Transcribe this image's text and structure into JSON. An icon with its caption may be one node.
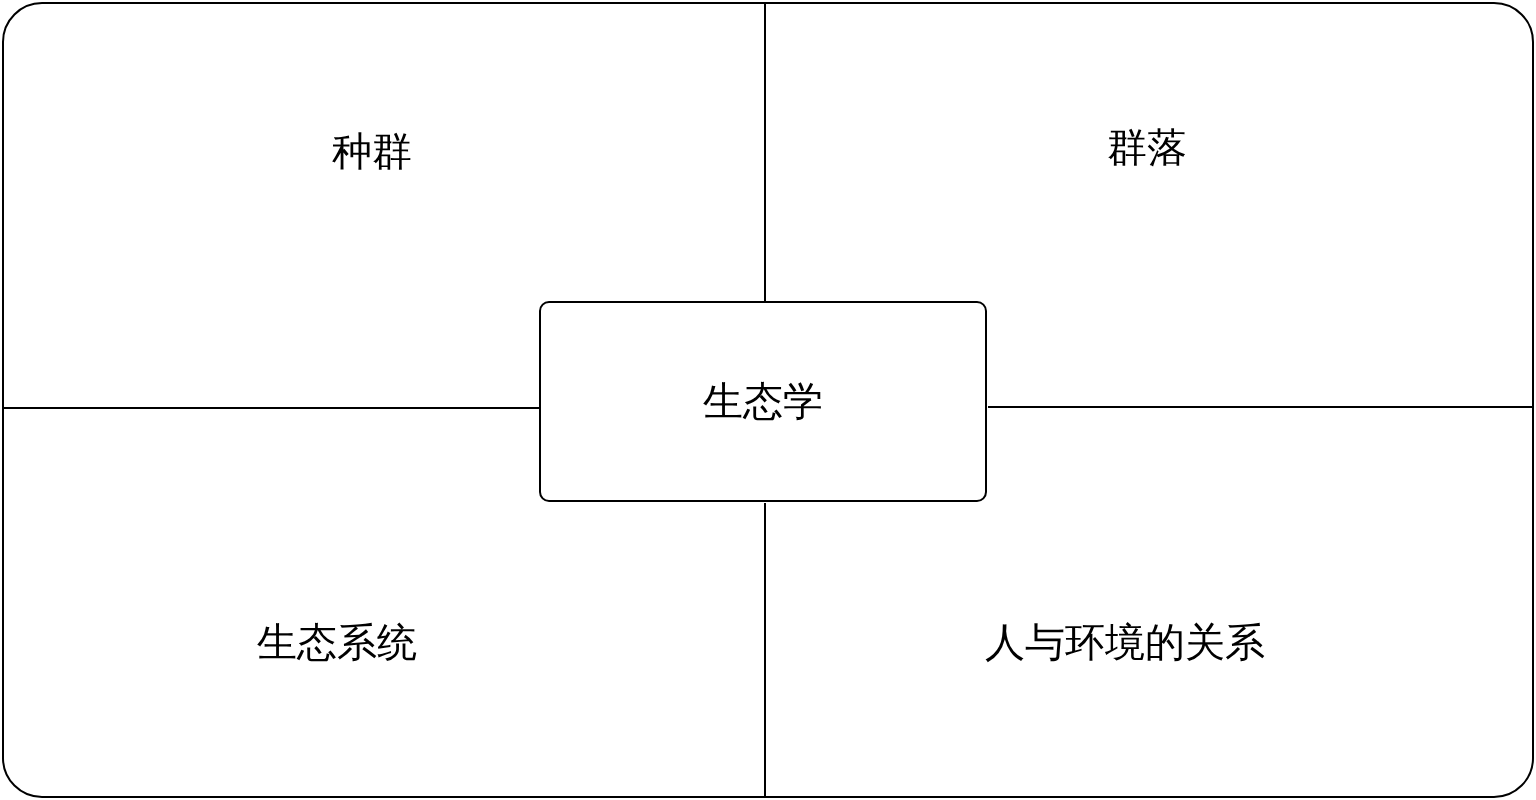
{
  "diagram": {
    "nodes": [
      {
        "text": [],
        "shape": "box"
      },
      {
        "text": [
          "种群"
        ],
        "in": 0
      },
      {
        "text": [
          "群落"
        ],
        "in": 0
      },
      {
        "text": [
          "生态学"
        ],
        "in": 0
      },
      {
        "text": [
          "生态系统"
        ],
        "in": 0
      },
      {
        "text": [
          "人与环境的关系"
        ],
        "in": 0
      }
    ]
  }
}
